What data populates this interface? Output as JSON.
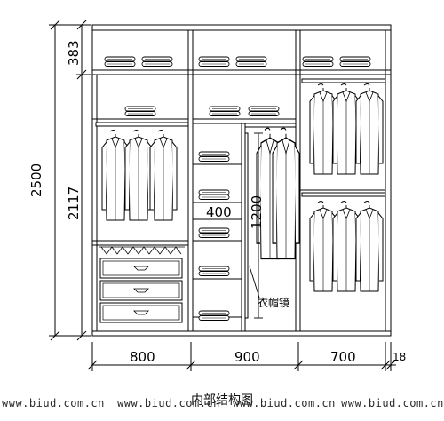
{
  "dimensions": {
    "height_top": "383",
    "height_total": "2500",
    "height_body": "2117",
    "width_left": "800",
    "width_mid": "900",
    "width_right": "700",
    "width_side": "18",
    "shelf_depth": "400",
    "mirror_height": "1200"
  },
  "labels": {
    "mirror": "衣帽镜",
    "caption": "内部结构图"
  },
  "watermarks": [
    "www.biud.com.cn",
    "www.biud.com.cn",
    "www.biud.com.cn",
    "www.biud.com.cn"
  ]
}
